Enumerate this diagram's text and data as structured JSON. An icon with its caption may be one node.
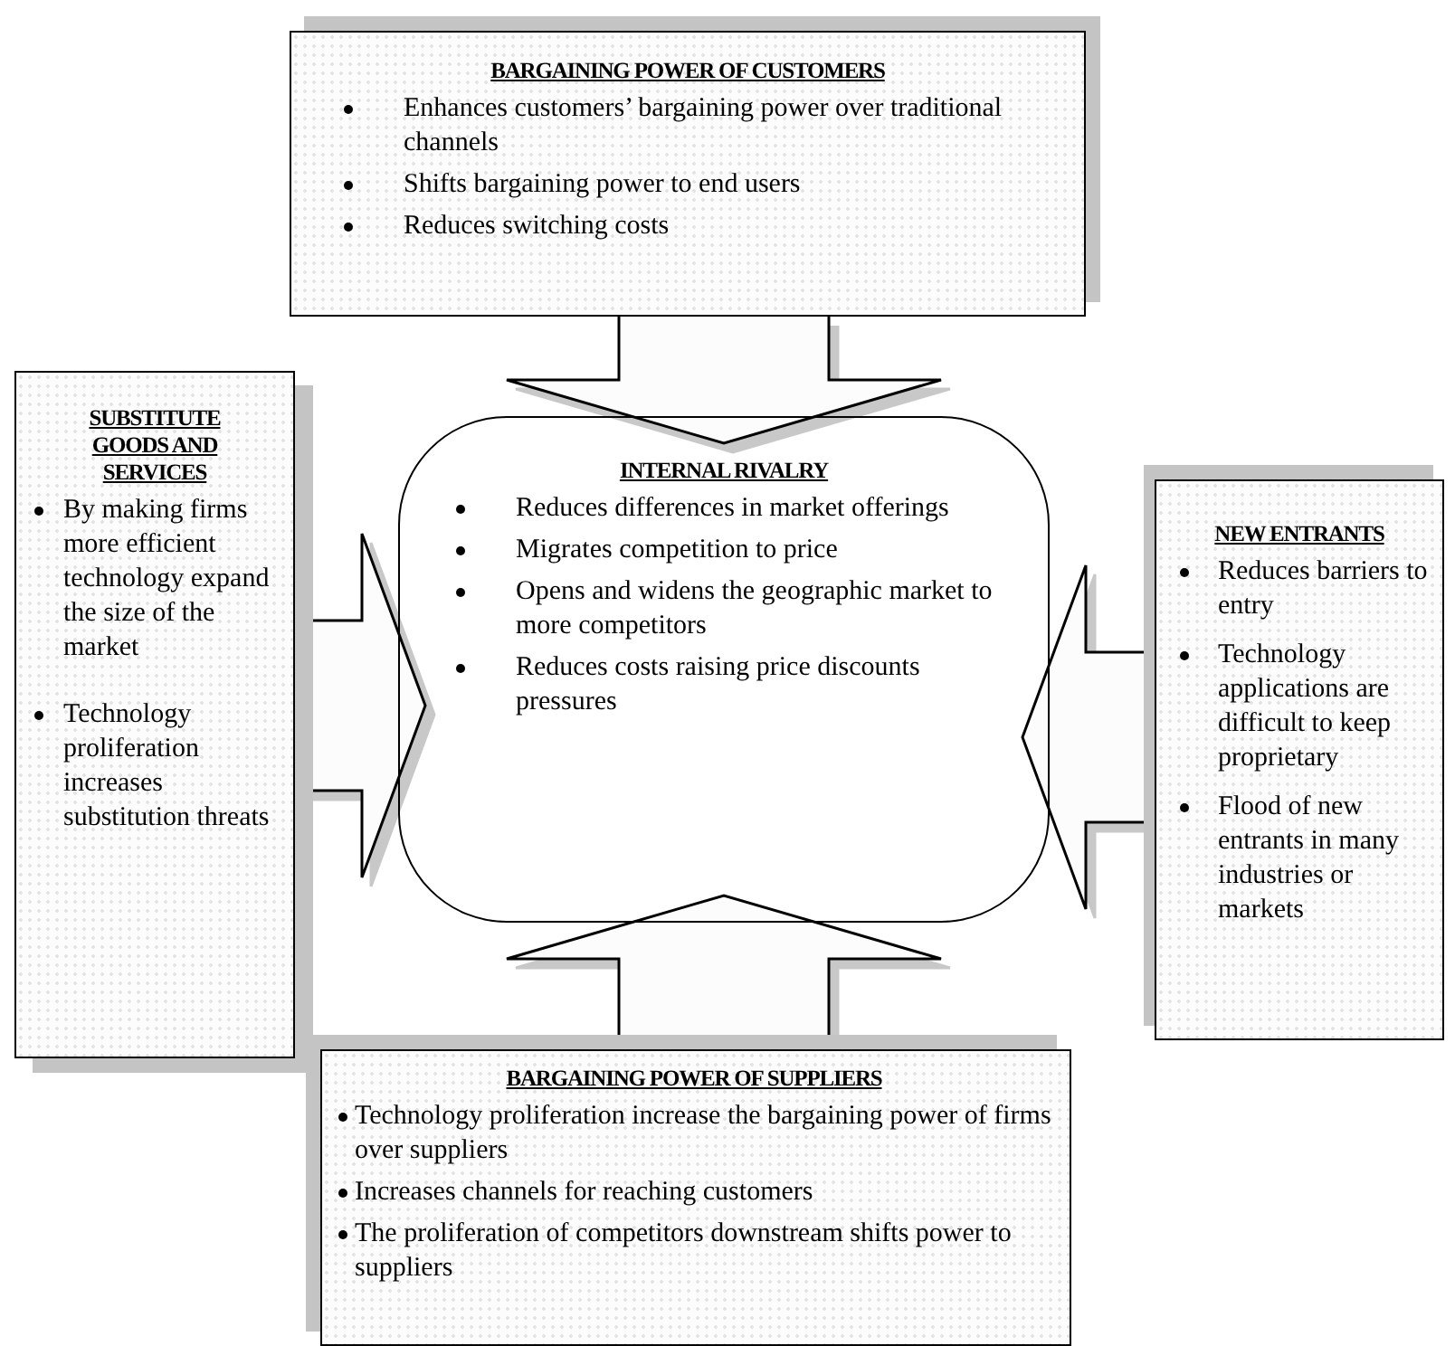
{
  "diagram": {
    "nodes": [
      {
        "text": [
          "BARGAINING POWER OF CUSTOMERS",
          "Enhances customers’ bargaining power over traditional channels",
          "Shifts bargaining power to end users",
          "Reduces switching costs"
        ]
      },
      {
        "text": [
          "SUBSTITUTE GOODS AND SERVICES",
          "By making firms more efficient technology expand the size of the market",
          "Technology proliferation increases substitution threats"
        ]
      },
      {
        "text": [
          "INTERNAL RIVALRY",
          "Reduces differences in market offerings",
          "Migrates competition to price",
          "Opens and widens the geographic market to more competitors",
          "Reduces costs raising price discounts pressures"
        ]
      },
      {
        "text": [
          "NEW ENTRANTS",
          "Reduces barriers to entry",
          "Technology applications are difficult to keep proprietary",
          "Flood of new entrants in many industries or markets"
        ]
      },
      {
        "text": [
          "BARGAINING POWER OF SUPPLIERS",
          "Technology proliferation increase  the bargaining power of firms over suppliers",
          "Increases channels for reaching customers",
          "The proliferation of competitors downstream shifts power to suppliers"
        ]
      }
    ],
    "edges": [
      {
        "from": 0,
        "to": 2,
        "arrow": "to"
      },
      {
        "from": 1,
        "to": 2,
        "arrow": "to"
      },
      {
        "from": 3,
        "to": 2,
        "arrow": "to"
      },
      {
        "from": 4,
        "to": 2,
        "arrow": "to"
      }
    ]
  }
}
